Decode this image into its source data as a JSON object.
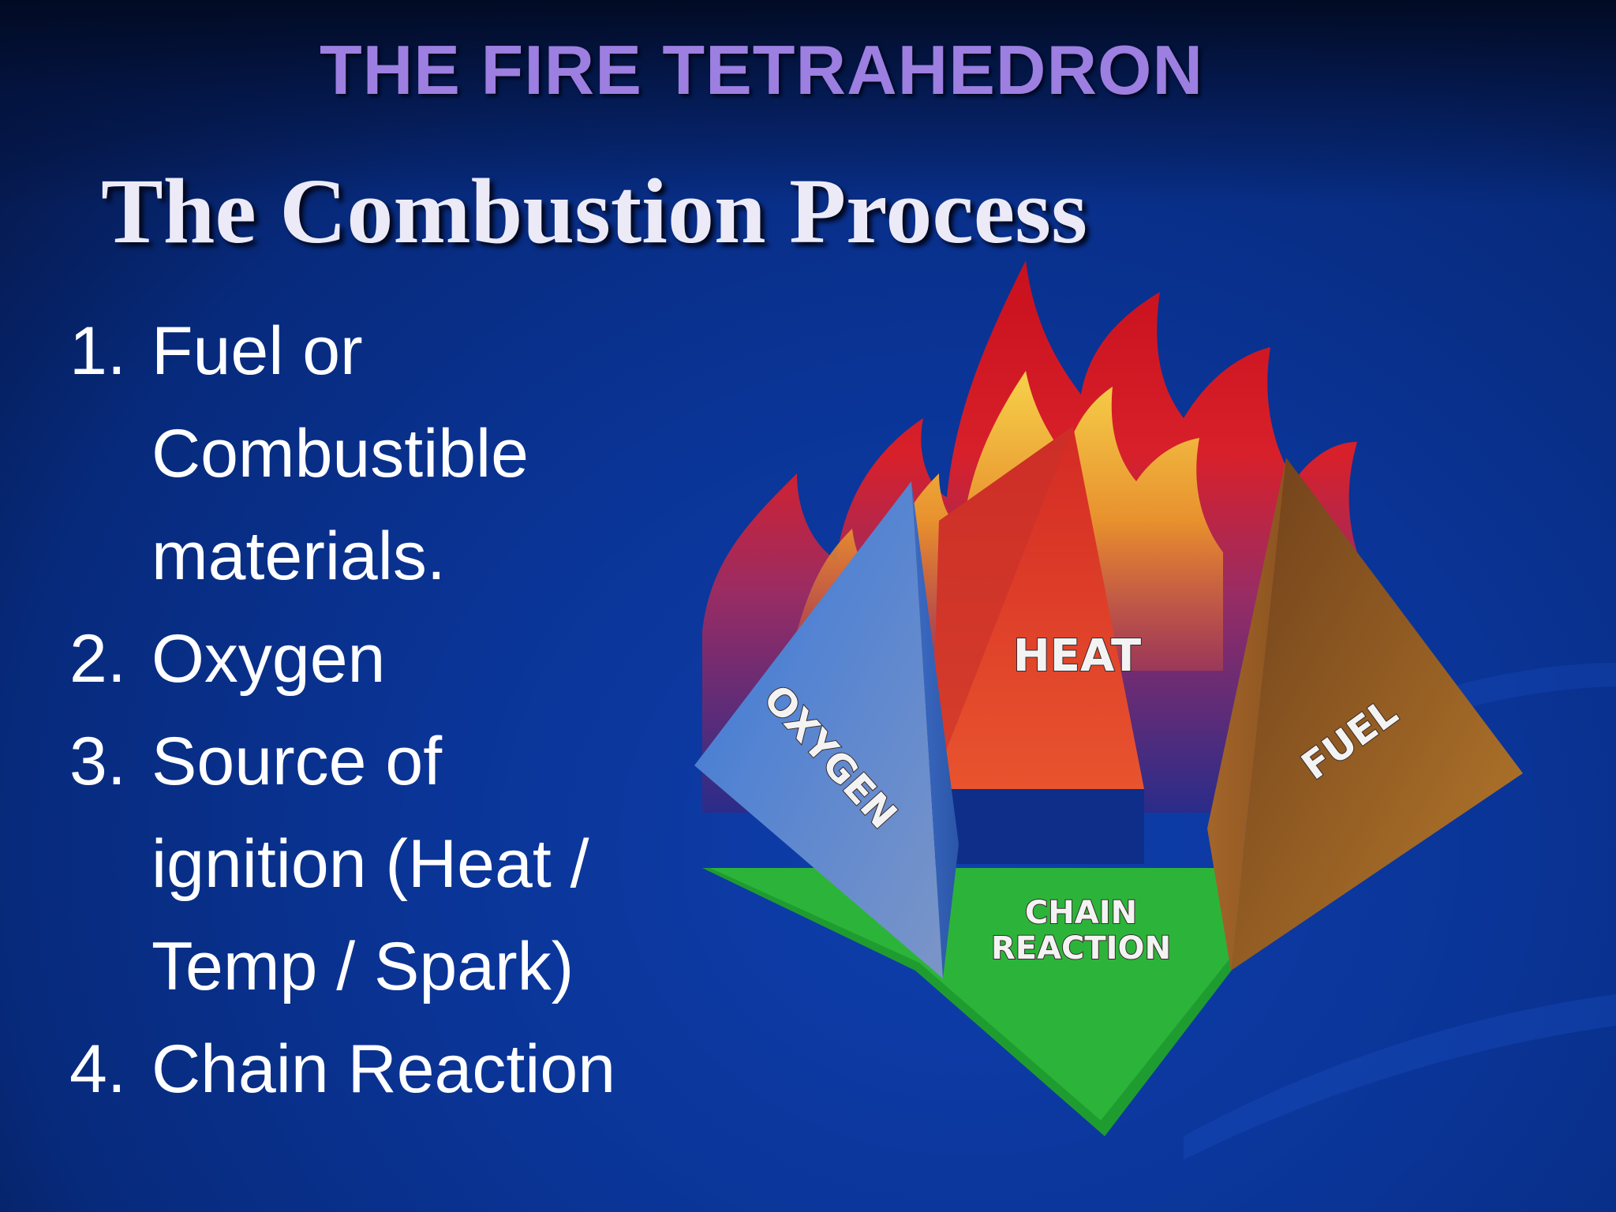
{
  "header": {
    "title": "THE FIRE TETRAHEDRON"
  },
  "slide": {
    "title": "The Combustion Process",
    "items": [
      {
        "number": "1.",
        "lines": [
          "Fuel or",
          "Combustible",
          "materials."
        ]
      },
      {
        "number": "2.",
        "lines": [
          "Oxygen"
        ]
      },
      {
        "number": "3.",
        "lines": [
          "Source of",
          "ignition (Heat /",
          "Temp / Spark)"
        ]
      },
      {
        "number": "4.",
        "lines": [
          "Chain Reaction"
        ]
      }
    ]
  },
  "diagram": {
    "faces": {
      "oxygen": "OXYGEN",
      "heat": "HEAT",
      "fuel": "FUEL",
      "chain_line1": "CHAIN",
      "chain_line2": "REACTION"
    },
    "colors": {
      "oxygen": "#4d7fd4",
      "heat": "#e0412b",
      "fuel": "#8a5a22",
      "chain": "#2cb43a",
      "flame_red": "#c8101e",
      "flame_yellow": "#f2c230"
    }
  }
}
